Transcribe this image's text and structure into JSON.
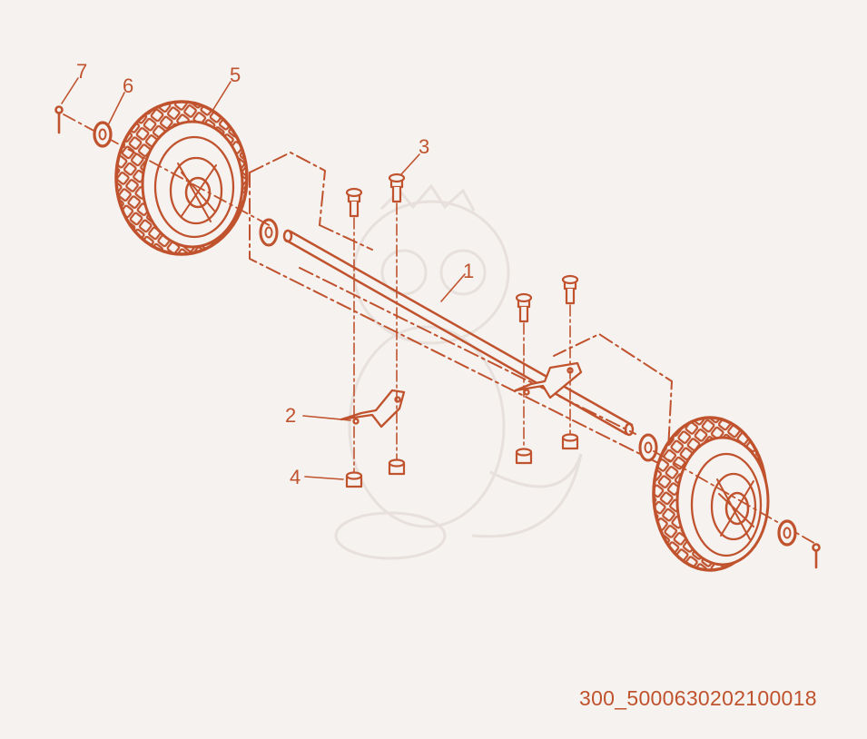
{
  "diagram": {
    "colors": {
      "ink": "#c0522d",
      "background": "#f5f2ef",
      "watermark": "#e8e2de"
    },
    "watermark_icon": "dragon-mascot-watermark",
    "callouts": [
      {
        "id": "part-1",
        "label": "1",
        "part": "axle"
      },
      {
        "id": "part-2",
        "label": "2",
        "part": "axle-bracket"
      },
      {
        "id": "part-3",
        "label": "3",
        "part": "flange-bolt"
      },
      {
        "id": "part-4",
        "label": "4",
        "part": "flange-nut"
      },
      {
        "id": "part-5",
        "label": "5",
        "part": "wheel"
      },
      {
        "id": "part-6",
        "label": "6",
        "part": "washer"
      },
      {
        "id": "part-7",
        "label": "7",
        "part": "cotter-pin"
      }
    ],
    "drawing_number": "300_5000630202100018"
  }
}
